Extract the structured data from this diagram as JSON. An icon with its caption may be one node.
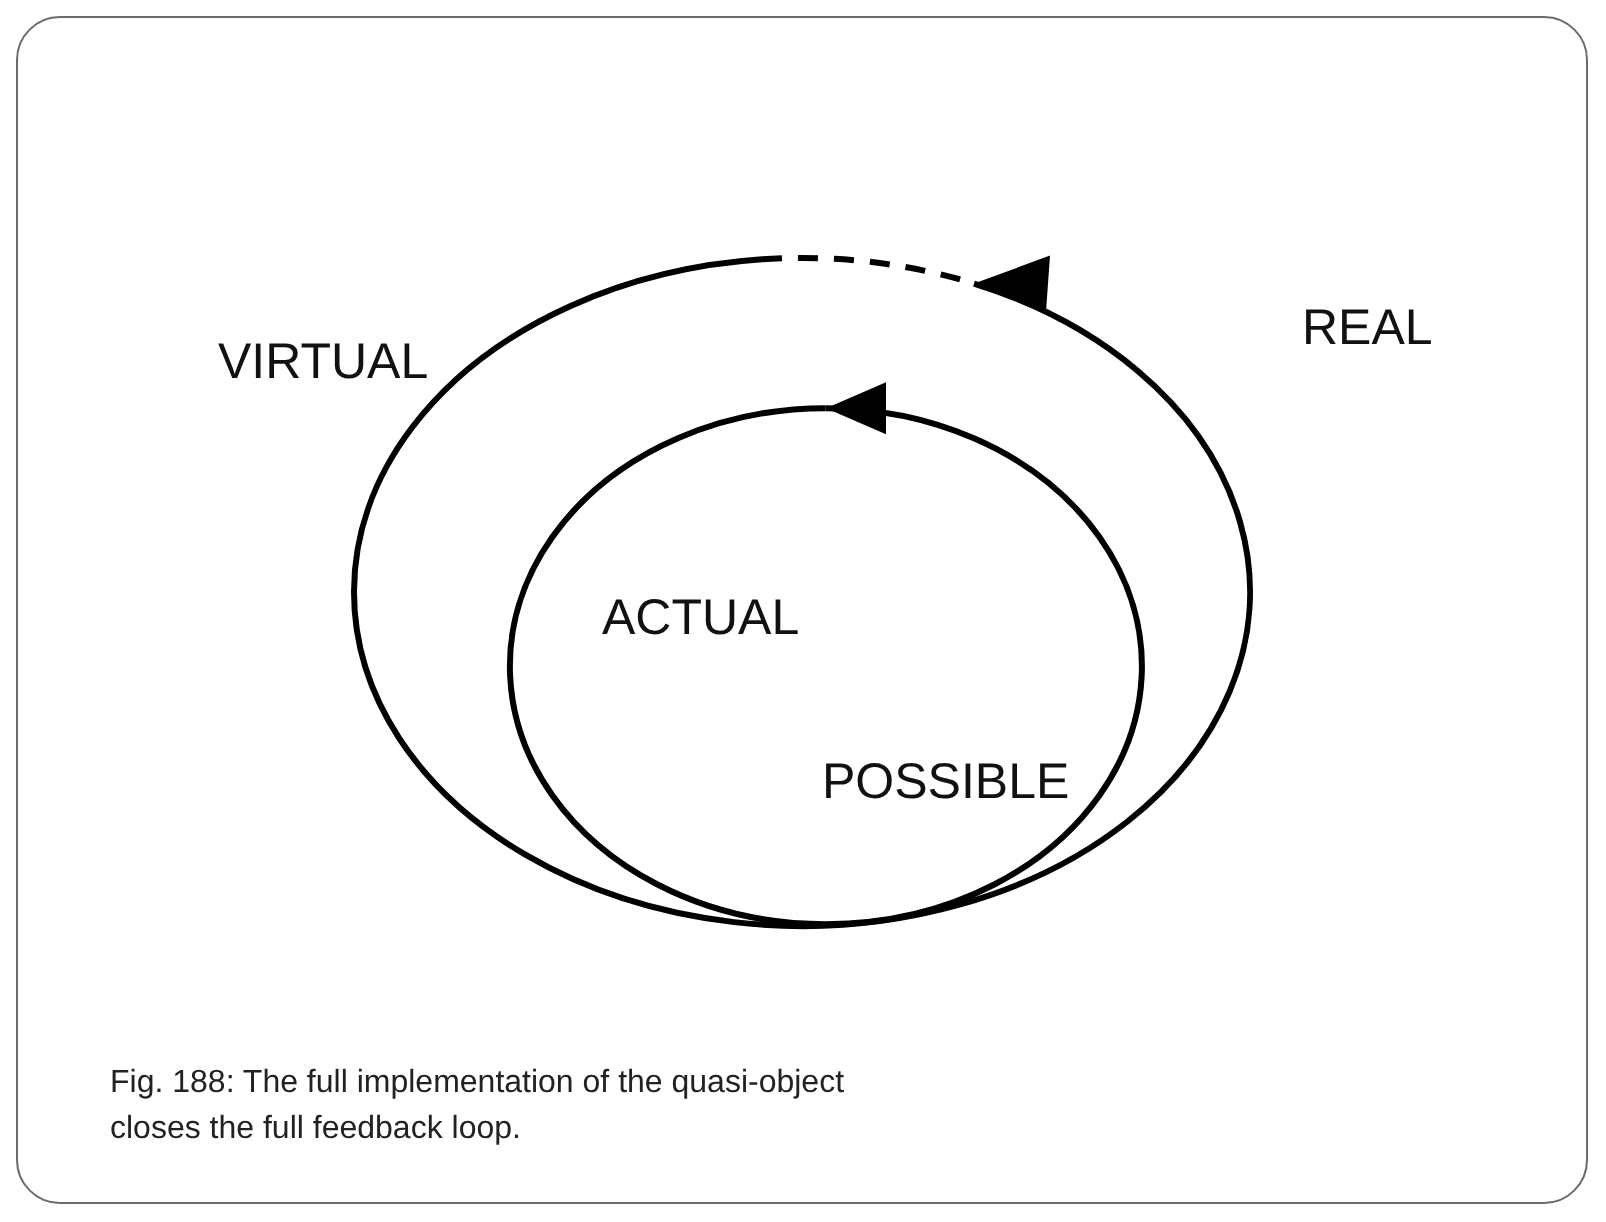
{
  "diagram": {
    "caption": "Fig. 188: The full implementation of the quasi-object closes the full feedback loop.",
    "labels": [
      "VIRTUAL",
      "REAL",
      "ACTUAL",
      "POSSIBLE"
    ]
  }
}
